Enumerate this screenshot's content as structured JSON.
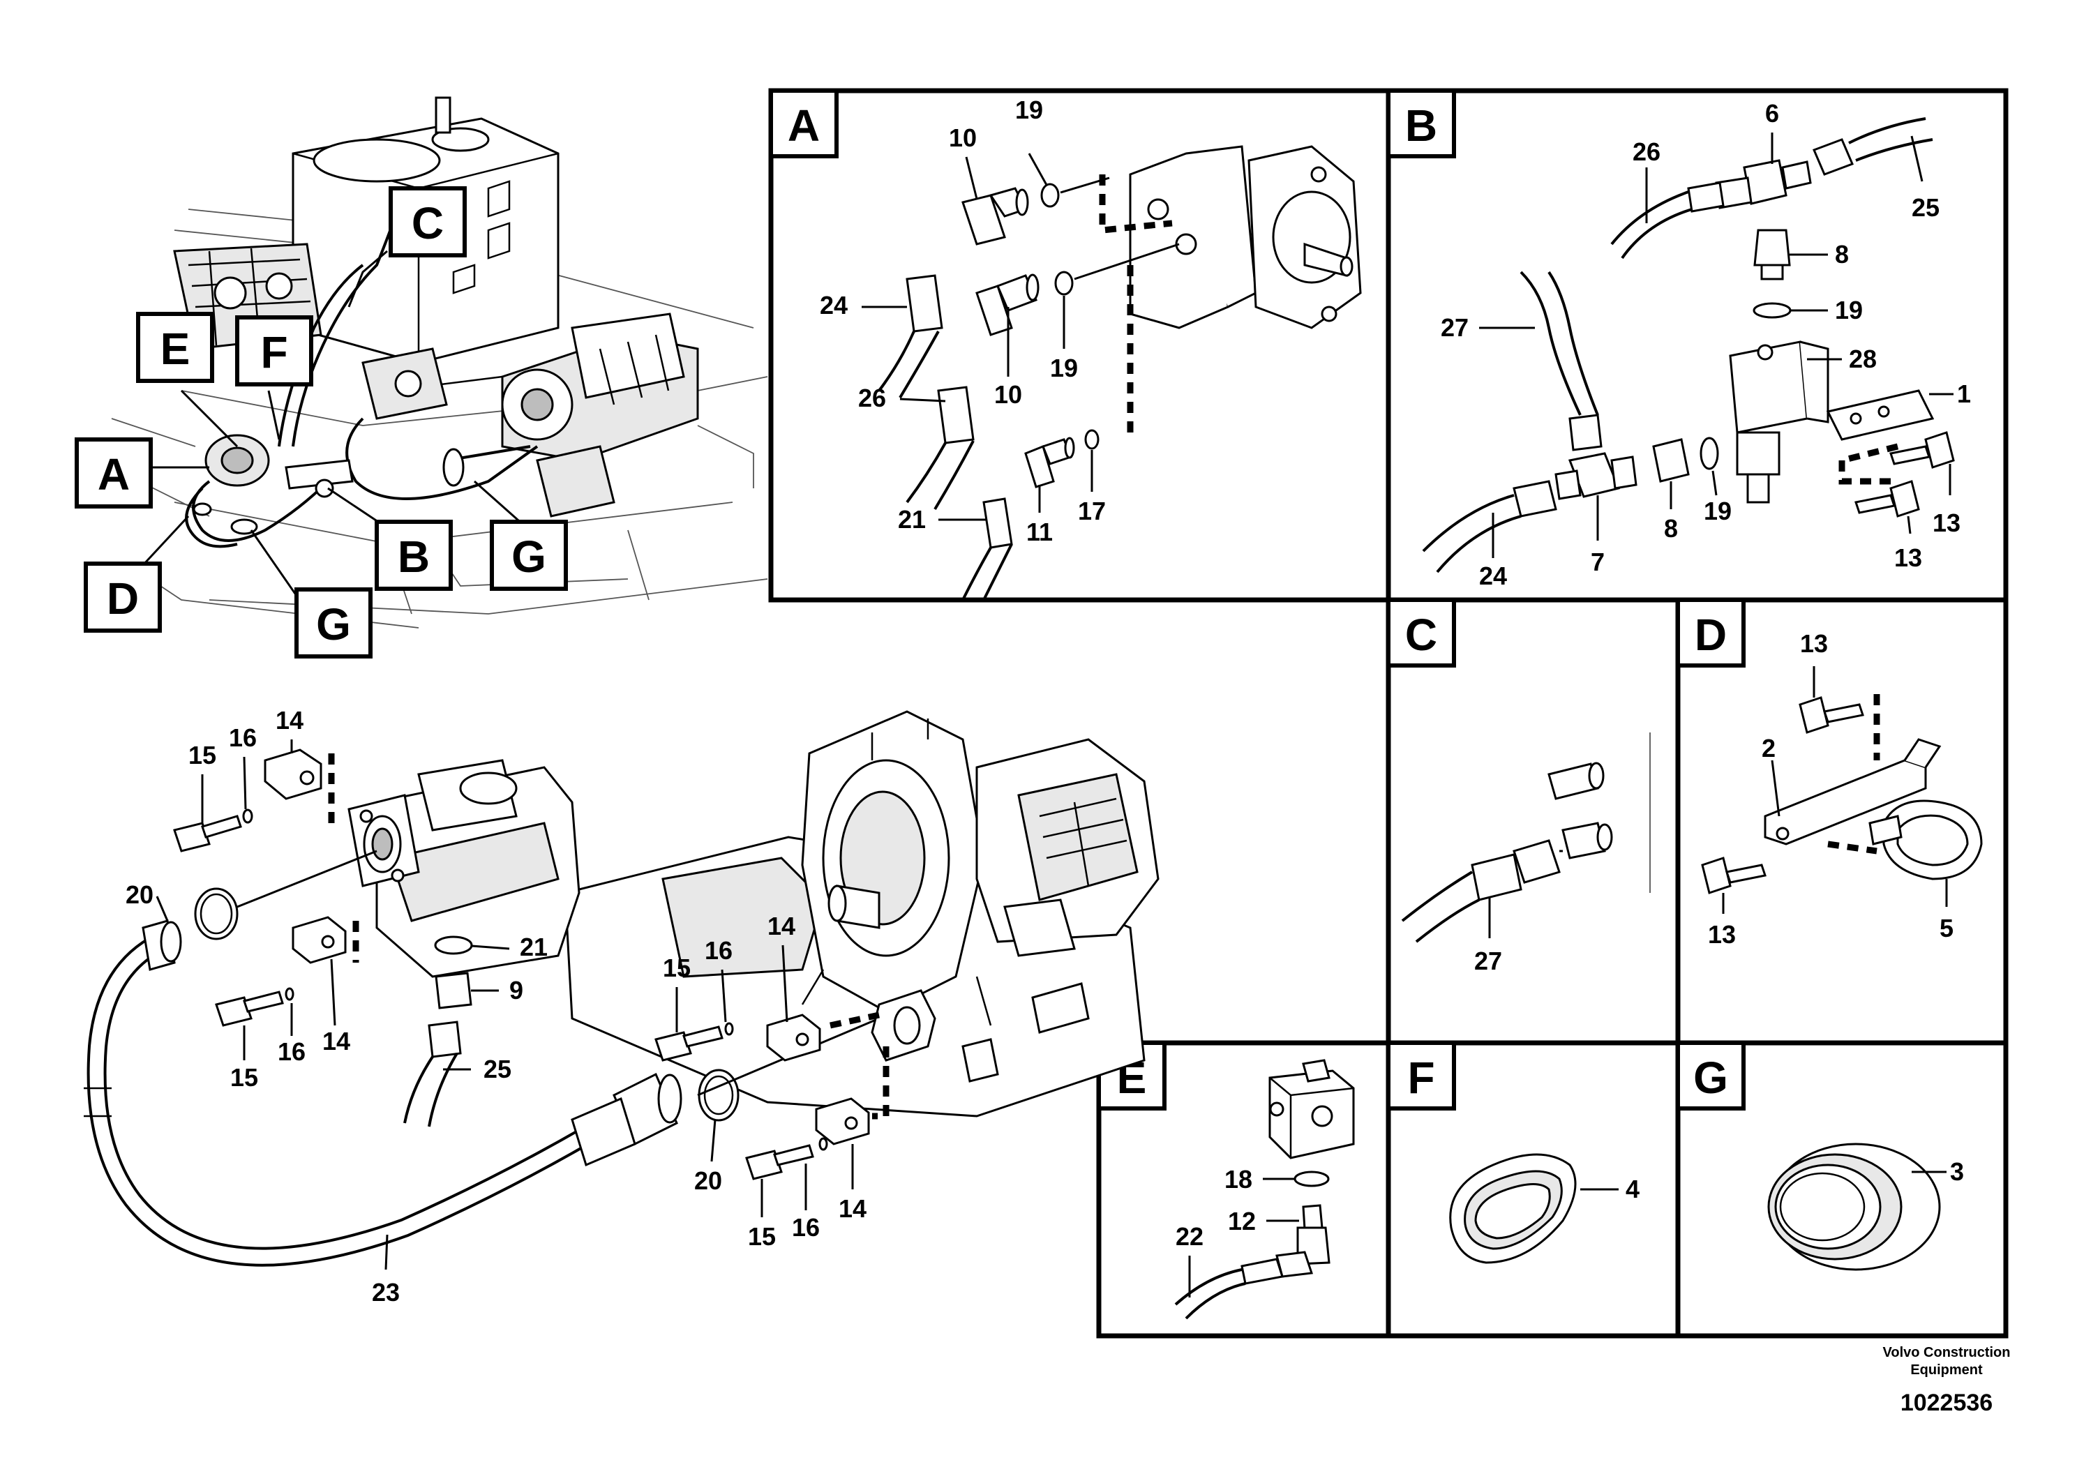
{
  "panels": {
    "A": "A",
    "B": "B",
    "C": "C",
    "D": "D",
    "E": "E",
    "F": "F",
    "G": "G"
  },
  "callouts": {
    "c1": "C",
    "e": "E",
    "f": "F",
    "a": "A",
    "d": "D",
    "b": "B",
    "g1": "G",
    "g2": "G"
  },
  "labels": {
    "A": [
      "19",
      "10",
      "24",
      "26",
      "10",
      "19",
      "21",
      "11",
      "17"
    ],
    "B": [
      "6",
      "26",
      "25",
      "8",
      "19",
      "27",
      "28",
      "1",
      "24",
      "7",
      "8",
      "19",
      "13",
      "13"
    ],
    "C": [
      "27"
    ],
    "D": [
      "13",
      "2",
      "13",
      "5"
    ],
    "E": [
      "18",
      "12",
      "22"
    ],
    "F": [
      "4"
    ],
    "G": [
      "3"
    ],
    "main": [
      "15",
      "16",
      "14",
      "20",
      "21",
      "9",
      "25",
      "15",
      "16",
      "14",
      "15",
      "16",
      "14",
      "20",
      "15",
      "16",
      "14",
      "23"
    ]
  },
  "footer": {
    "brand_line1": "Volvo Construction",
    "brand_line2": "Equipment",
    "drawing_number": "1022536"
  }
}
